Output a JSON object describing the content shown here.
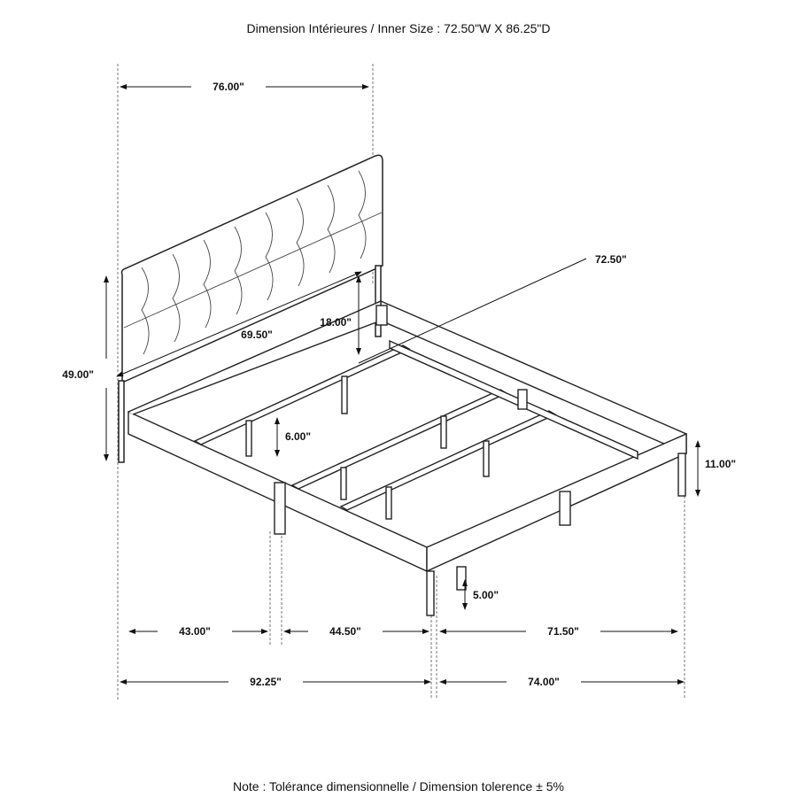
{
  "title": "Dimension Intérieures / Inner Size : 72.50\"W X 86.25\"D",
  "note": "Note : Tolérance dimensionnelle / Dimension tolerence  ± 5%",
  "dimensions": {
    "headboard_width": "76.00\"",
    "inner_width": "72.50\"",
    "total_height": "49.00\"",
    "headboard_inner_width": "69.50\"",
    "headboard_panel_height": "18.00\"",
    "slat_clearance": "6.00\"",
    "rail_height": "11.00\"",
    "leg_height": "5.00\"",
    "seg_1": "43.00\"",
    "seg_2": "44.50\"",
    "seg_3": "71.50\"",
    "length": "92.25\"",
    "width": "74.00\""
  }
}
